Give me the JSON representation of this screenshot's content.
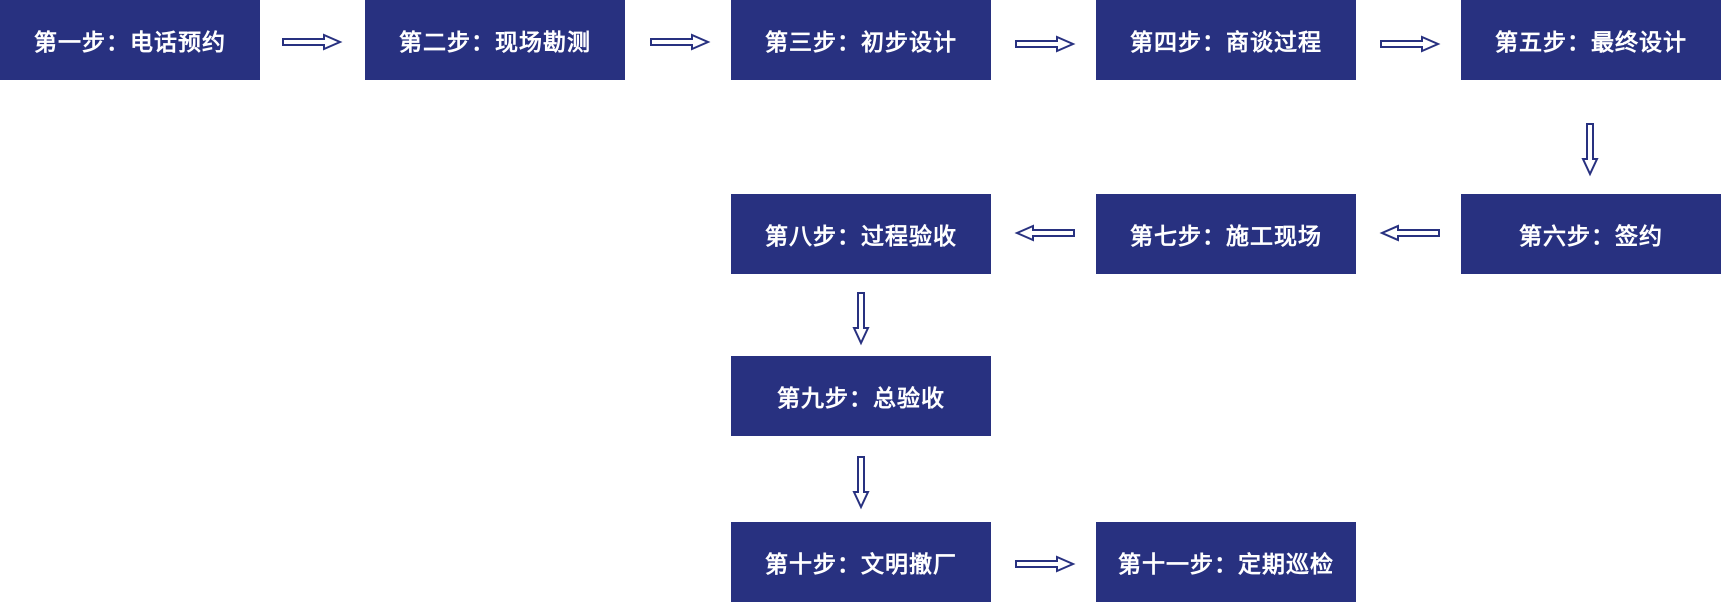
{
  "theme": {
    "box_color": "#283180",
    "arrow_color": "#283180",
    "text_color": "#ffffff"
  },
  "steps": [
    {
      "label": "第一步：电话预约"
    },
    {
      "label": "第二步：现场勘测"
    },
    {
      "label": "第三步：初步设计"
    },
    {
      "label": "第四步：商谈过程"
    },
    {
      "label": "第五步：最终设计"
    },
    {
      "label": "第六步：签约"
    },
    {
      "label": "第七步：施工现场"
    },
    {
      "label": "第八步：过程验收"
    },
    {
      "label": "第九步：总验收"
    },
    {
      "label": "第十步：文明撤厂"
    },
    {
      "label": "第十一步：定期巡检"
    }
  ]
}
